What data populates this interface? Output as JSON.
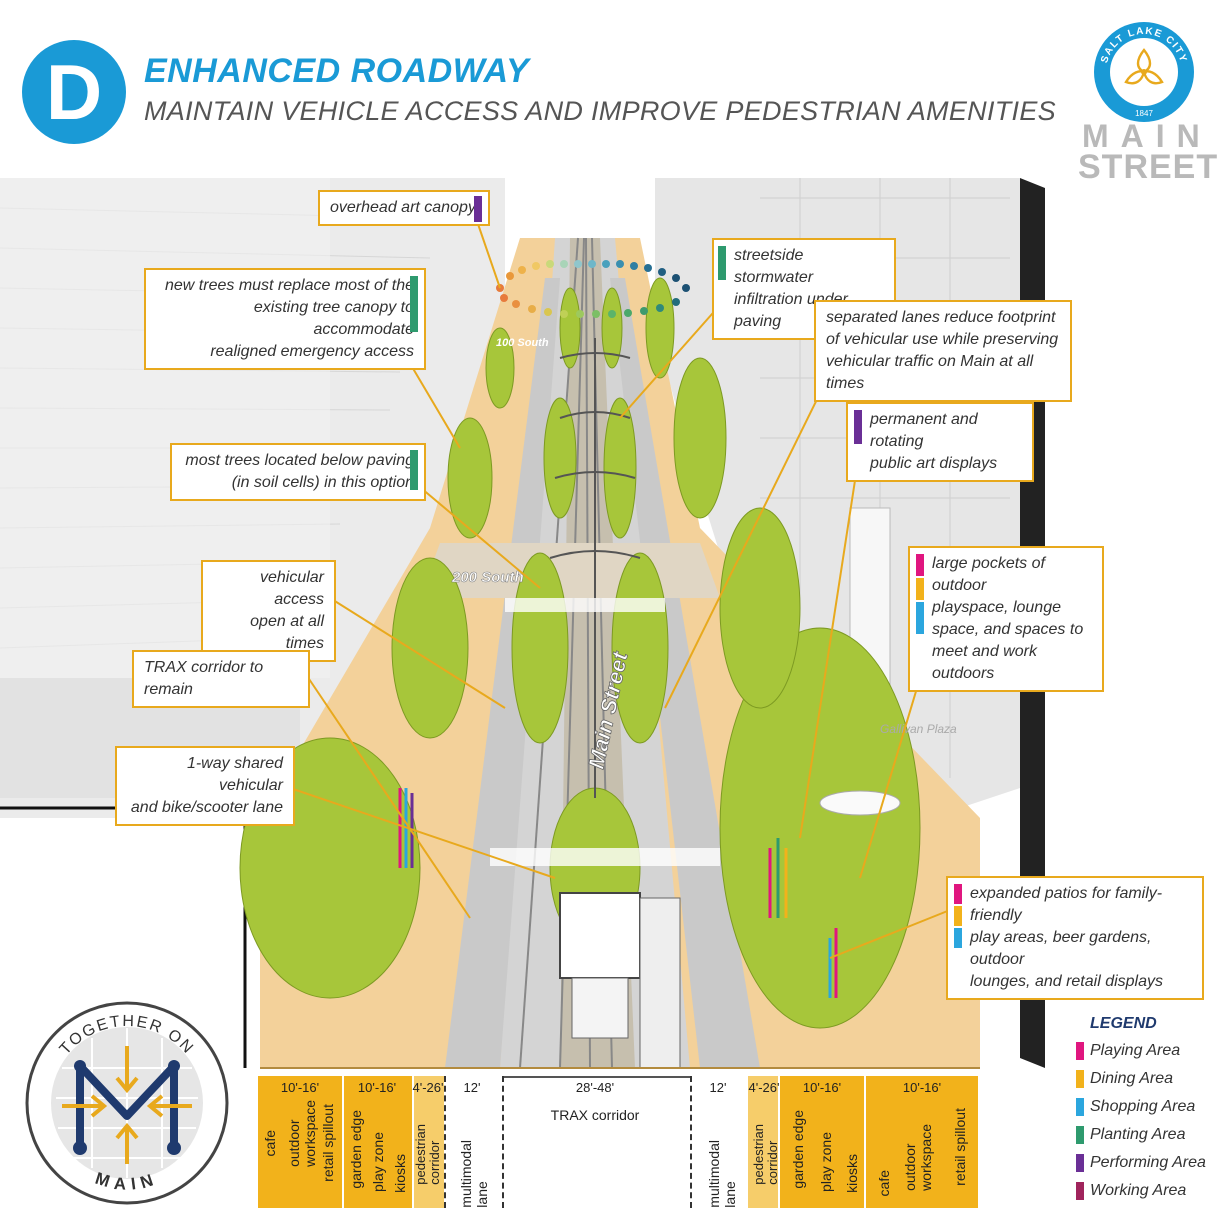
{
  "header": {
    "badge": "D",
    "title": "ENHANCED ROADWAY",
    "subtitle": "MAINTAIN VEHICLE ACCESS AND IMPROVE PEDESTRIAN AMENITIES"
  },
  "logo": {
    "seal_text": "SALT LAKE CITY",
    "seal_year": "1847",
    "main": "MAIN",
    "street": "STREET"
  },
  "colors": {
    "blue": "#1a9ad6",
    "gold": "#e8a91d",
    "playing": "#e0167f",
    "dining": "#f2b21b",
    "shopping": "#2ba6de",
    "planting": "#2e9a6e",
    "performing": "#6a2f96",
    "working": "#a0245c"
  },
  "scene": {
    "street_name": "Main Street",
    "cross_street_1": "200 South",
    "cross_street_2": "100 South",
    "plaza": "Gallivan\nPlaza"
  },
  "callouts": {
    "art_canopy": "overhead art canopy",
    "new_trees": "new trees must replace most of the\nexisting tree canopy to accommodate\nrealigned emergency access",
    "trees_below": "most trees located below paving\n(in soil cells) in this option",
    "vehicular_access": "vehicular access\nopen at all times",
    "trax": "TRAX corridor to remain",
    "shared_lane": "1-way shared vehicular\nand bike/scooter lane",
    "stormwater": "streetside stormwater\ninfiltration under paving",
    "separated_lanes": "separated lanes reduce footprint\nof vehicular use while preserving\nvehicular traffic on Main at all times",
    "public_art": "permanent and rotating\npublic art displays",
    "pockets": "large pockets of outdoor\nplayspace, lounge\nspace, and spaces to\nmeet and work outdoors",
    "patios": "expanded patios for family-friendly\nplay areas, beer gardens, outdoor\nlounges, and retail displays"
  },
  "together_logo": {
    "top": "TOGETHER ON",
    "bottom": "MAIN"
  },
  "section": {
    "widths": [
      "10'-16'",
      "10'-16'",
      "4'-26'",
      "12'",
      "28'-48'",
      "12'",
      "4'-26'",
      "10'-16'",
      "10'-16'"
    ],
    "trax": "TRAX corridor",
    "labels_left_1": [
      "cafe",
      "outdoor\nworkspace",
      "retail spillout"
    ],
    "labels_left_2": [
      "garden edge",
      "play zone",
      "kiosks"
    ],
    "labels_left_3": [
      "pedestrian\ncorridor"
    ],
    "labels_left_4": [
      "multimodal\nlane"
    ],
    "labels_right_4": [
      "multimodal\nlane"
    ],
    "labels_right_3": [
      "pedestrian\ncorridor"
    ],
    "labels_right_2": [
      "garden edge",
      "play zone",
      "kiosks"
    ],
    "labels_right_1": [
      "cafe",
      "outdoor\nworkspace",
      "retail spillout"
    ]
  },
  "legend": {
    "title": "LEGEND",
    "items": [
      {
        "label": "Playing Area",
        "color": "#e0167f"
      },
      {
        "label": "Dining Area",
        "color": "#f2b21b"
      },
      {
        "label": "Shopping Area",
        "color": "#2ba6de"
      },
      {
        "label": "Planting Area",
        "color": "#2e9a6e"
      },
      {
        "label": "Performing Area",
        "color": "#6a2f96"
      },
      {
        "label": "Working Area",
        "color": "#a0245c"
      }
    ]
  }
}
